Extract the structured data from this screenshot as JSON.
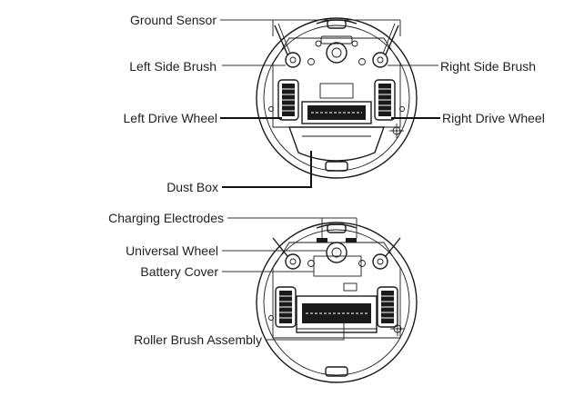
{
  "labels": {
    "ground_sensor": "Ground Sensor",
    "left_side_brush": "Left Side Brush",
    "right_side_brush": "Right Side Brush",
    "left_drive_wheel": "Left Drive Wheel",
    "right_drive_wheel": "Right Drive Wheel",
    "dust_box": "Dust Box",
    "charging_electrodes": "Charging Electrodes",
    "universal_wheel": "Universal Wheel",
    "battery_cover": "Battery Cover",
    "roller_brush_assembly": "Roller Brush Assembly"
  }
}
